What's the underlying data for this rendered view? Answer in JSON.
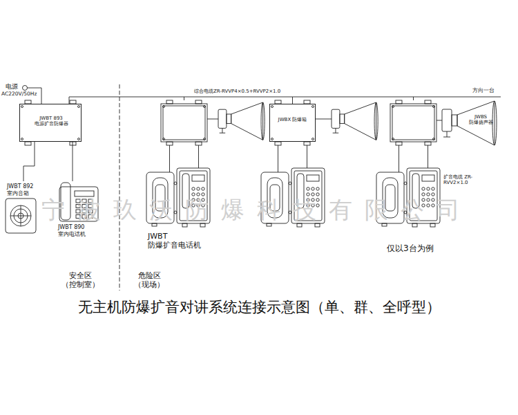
{
  "diagram": {
    "title": "无主机防爆扩音对讲系统连接示意图（单、群、全呼型）",
    "nodes": [
      {
        "text": [
          "JWBT 893 电源扩音防爆器"
        ]
      },
      {
        "text": [
          "JWBT 892 室内音箱"
        ]
      },
      {
        "text": [
          "JWBT 890 室内电话机"
        ]
      },
      {
        "text": [
          "JWBX 防爆箱"
        ]
      },
      {
        "text": [
          "JWBS 防爆扬声器"
        ]
      },
      {
        "text": [
          "JWBT 防爆扩音电话机"
        ]
      }
    ],
    "edges": [
      {
        "from": 0,
        "to": 1,
        "arrow": "none"
      },
      {
        "from": 0,
        "to": 2,
        "arrow": "none"
      },
      {
        "from": 0,
        "to": 3,
        "label": "综合电缆ZR-RVVP4×0.5+RVVP2×1.0",
        "arrow": "none"
      }
    ],
    "labels": [
      "电源",
      "AC220V/50Hz",
      "安全区 （控制室）",
      "危险区 （现场）",
      "方向一台",
      "扩音电缆 ZR-RVV2×1.0",
      "仅以3台为例",
      "宁波玖沃防爆科技有限公司"
    ]
  }
}
